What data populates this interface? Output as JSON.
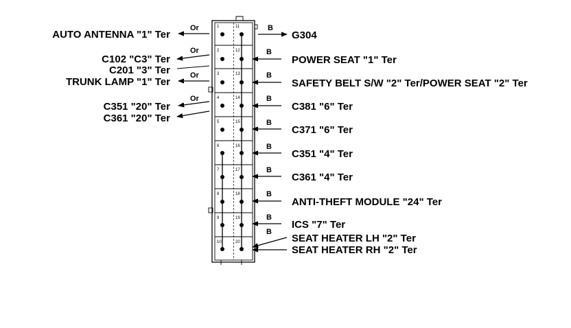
{
  "wire_colors": {
    "orange": "Or",
    "black": "B"
  },
  "pins": [
    "1",
    "2",
    "3",
    "4",
    "5",
    "6",
    "7",
    "8",
    "9",
    "10",
    "11",
    "12",
    "13",
    "14",
    "15",
    "16",
    "17",
    "18",
    "19",
    "20"
  ],
  "left_labels": [
    "AUTO ANTENNA \"1\" Ter",
    "C102 \"C3\" Ter",
    "C201 \"3\" Ter",
    "TRUNK LAMP \"1\" Ter",
    "C351 \"20\" Ter",
    "C361 \"20\" Ter"
  ],
  "right_labels": [
    "G304",
    "POWER SEAT \"1\" Ter",
    "SAFETY BELT S/W \"2\" Ter/POWER SEAT \"2\" Ter",
    "C381 \"6\" Ter",
    "C371 \"6\" Ter",
    "C351 \"4\" Ter",
    "C361 \"4\" Ter",
    "ANTI-THEFT MODULE \"24\" Ter",
    "ICS \"7\" Ter",
    "SEAT HEATER LH \"2\" Ter",
    "SEAT HEATER RH \"2\" Ter"
  ]
}
